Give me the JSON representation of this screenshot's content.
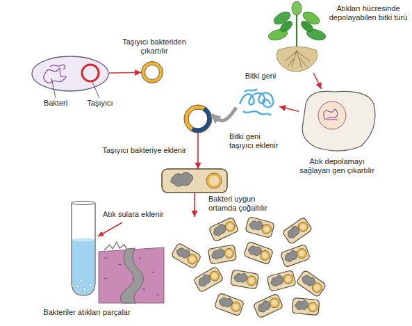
{
  "diagram": {
    "nodes": [
      {
        "text": [
          "Bakteri",
          "Taşıyıcı"
        ]
      },
      {
        "text": [
          "Taşıyıcı bakteriden çıkartılır"
        ]
      },
      {
        "text": [
          "Atıkları hücresinde depolayabilen bitki türü"
        ]
      },
      {
        "text": [
          "Atık depolamayı sağlayan gen çıkartılır"
        ]
      },
      {
        "text": [
          "Bitki geni"
        ]
      },
      {
        "text": [
          "Bitki geni taşıyıcı eklenir"
        ]
      },
      {
        "text": [
          "Taşıyıcı bakteriye eklenir"
        ]
      },
      {
        "text": [
          "Bakteri uygun ortamda çoğaltılır"
        ]
      },
      {
        "text": [
          "Atık sulara eklenir",
          "Bakteriler atıkları parçalar"
        ]
      }
    ],
    "edges": [
      {
        "from": 0,
        "to": 1,
        "arrow": "to"
      },
      {
        "from": 2,
        "to": 3,
        "arrow": "to"
      },
      {
        "from": 3,
        "to": 4,
        "arrow": "to"
      },
      {
        "from": 4,
        "to": 5,
        "arrow": "to"
      },
      {
        "from": 5,
        "to": 6,
        "arrow": "to"
      },
      {
        "from": 6,
        "to": 7,
        "arrow": "to"
      }
    ]
  }
}
